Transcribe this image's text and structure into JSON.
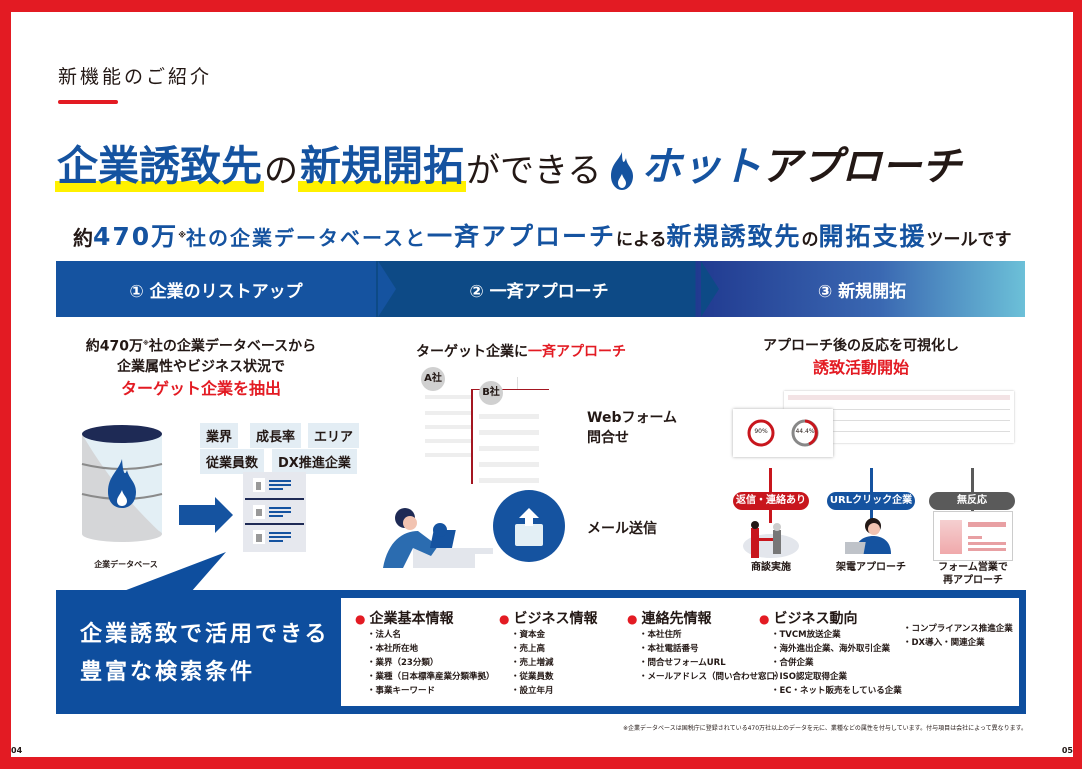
{
  "header": {
    "kicker": "新機能のご紹介",
    "headline": {
      "part1": "企業誘致先",
      "part2": "の",
      "part3": "新規開拓",
      "part4": "ができる",
      "brand_hot": "ホット",
      "brand_rest": "アプローチ"
    },
    "subline": {
      "p1": "約",
      "num": "470万",
      "note_mark": "※",
      "p2": "社の企業データベースと",
      "p3": "一斉アプローチ",
      "p4": "による",
      "p5": "新規誘致先",
      "p6": "の",
      "p7": "開拓支援",
      "p8": "ツールです"
    }
  },
  "steps": [
    {
      "label": "① 企業のリストアップ"
    },
    {
      "label": "② 一斉アプローチ"
    },
    {
      "label": "③ 新規開拓"
    }
  ],
  "step1": {
    "line1_prefix": "約470万",
    "line1_note": "※",
    "line1_rest": "社の企業データベースから",
    "line2": "企業属性やビジネス状況で",
    "line3": "ターゲット企業を抽出",
    "tags": [
      "業界",
      "成長率",
      "エリア",
      "従業員数",
      "DX推進企業"
    ],
    "db_caption": "企業データベース"
  },
  "step2": {
    "title_prefix": "ターゲット企業に",
    "title_highlight": "一斉アプローチ",
    "form_a": "A社",
    "form_b": "B社",
    "web_form": "Webフォーム\n問合せ",
    "web_form_l1": "Webフォーム",
    "web_form_l2": "問合せ",
    "mail": "メール送信"
  },
  "step3": {
    "line1": "アプローチ後の反応を可視化し",
    "line2": "誘致活動開始",
    "gauge1": "90%",
    "gauge2": "44.4%",
    "pills": [
      {
        "label": "返信・連絡あり",
        "color": "#c8161d",
        "caption": "商談実施"
      },
      {
        "label": "URLクリック企業",
        "color": "#1553a0",
        "caption": "架電アプローチ"
      },
      {
        "label": "無反応",
        "color": "#5a5a5a",
        "caption": "フォーム営業で\n再アプローチ",
        "caption_l1": "フォーム営業で",
        "caption_l2": "再アプローチ"
      }
    ]
  },
  "conditions": {
    "title_l1": "企業誘致で活用できる",
    "title_l2": "豊富な検索条件",
    "groups": [
      {
        "head": "企業基本情報",
        "items": [
          "・法人名",
          "・本社所在地",
          "・業界（23分類）",
          "・業種（日本標準産業分類準拠）",
          "・事業キーワード"
        ]
      },
      {
        "head": "ビジネス情報",
        "items": [
          "・資本金",
          "・売上高",
          "・売上増減",
          "・従業員数",
          "・設立年月"
        ]
      },
      {
        "head": "連絡先情報",
        "items": [
          "・本社住所",
          "・本社電話番号",
          "・問合せフォームURL",
          "・メールアドレス（問い合わせ窓口）"
        ]
      },
      {
        "head": "ビジネス動向",
        "items": [
          "・TVCM放送企業",
          "・海外進出企業、海外取引企業",
          "・合併企業",
          "・ISO認定取得企業",
          "・EC・ネット販売をしている企業"
        ]
      },
      {
        "head": "",
        "items": [
          "・コンプライアンス推進企業",
          "・DX導入・関連企業"
        ]
      }
    ]
  },
  "footer": {
    "note": "※企業データベースは国税庁に登録されている470万社以上のデータを元に、業種などの属性を付与しています。付与項目は会社によって異なります。",
    "page_left": "04",
    "page_right": "05"
  },
  "colors": {
    "brand_blue": "#1553a0",
    "accent_red": "#e31b23",
    "highlight_yellow": "#fff100"
  }
}
